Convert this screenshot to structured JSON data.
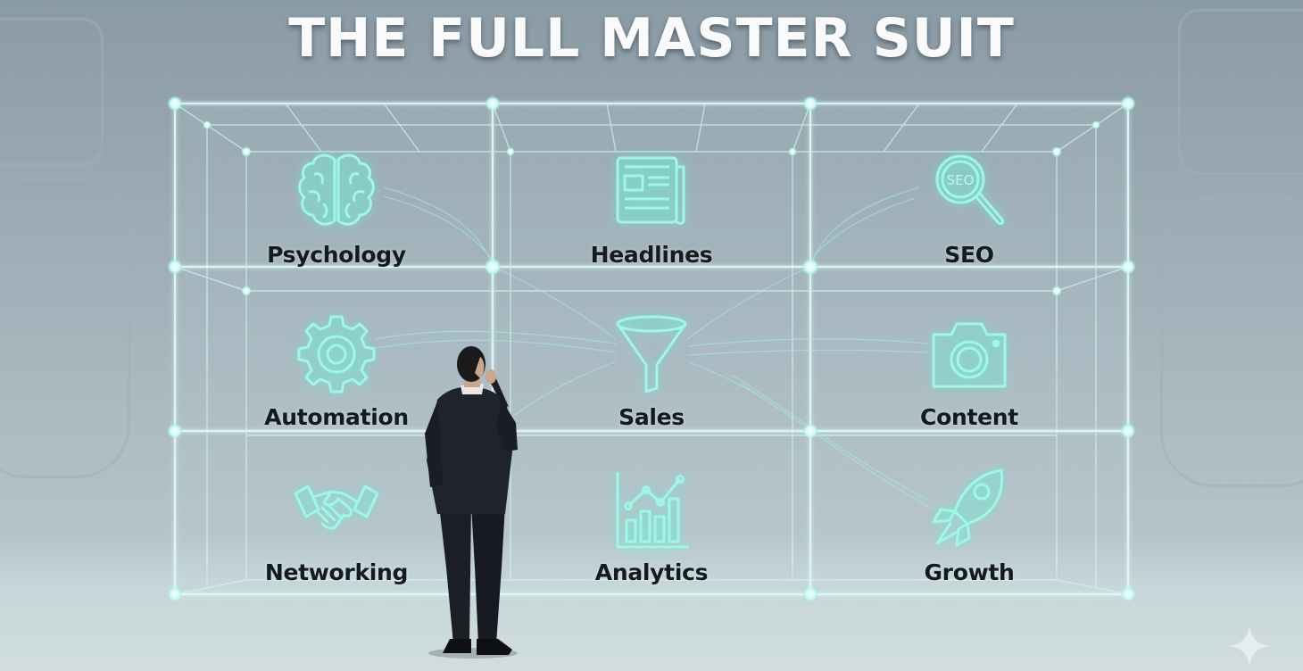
{
  "title": "THE FULL MASTER SUIT",
  "colors": {
    "accent_glow": "#7ff0dc",
    "grid_line": "#d8fbf6",
    "label_text": "#141a1e",
    "title_text": "#fafafa",
    "background": "#a3b2ba"
  },
  "tiles": [
    {
      "label": "Psychology",
      "icon": "brain-icon"
    },
    {
      "label": "Headlines",
      "icon": "newspaper-icon"
    },
    {
      "label": "SEO",
      "icon": "seo-magnifier-icon",
      "icon_text": "SEO"
    },
    {
      "label": "Automation",
      "icon": "gear-icon"
    },
    {
      "label": "Sales",
      "icon": "funnel-icon"
    },
    {
      "label": "Content",
      "icon": "camera-icon"
    },
    {
      "label": "Networking",
      "icon": "handshake-icon"
    },
    {
      "label": "Analytics",
      "icon": "chart-icon"
    },
    {
      "label": "Growth",
      "icon": "rocket-icon"
    }
  ],
  "figure": "businessman-in-suit",
  "watermark": "sparkle-icon"
}
